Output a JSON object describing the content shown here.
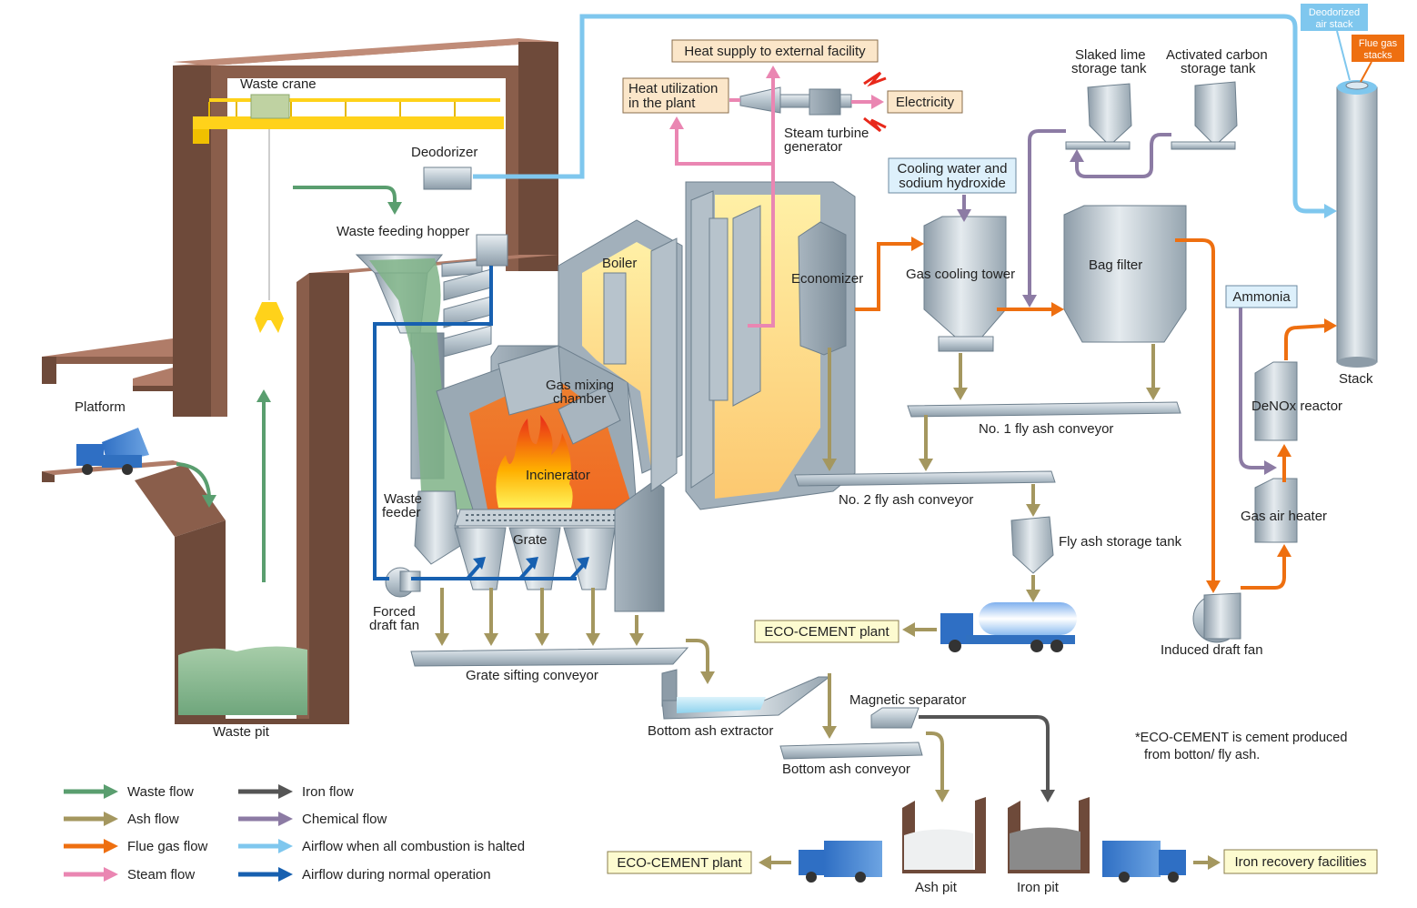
{
  "colors": {
    "waste_flow": "#5a9e6f",
    "ash_flow": "#a4975f",
    "flue_gas_flow": "#ee6f10",
    "steam_flow": "#ea86b2",
    "iron_flow": "#555555",
    "chemical_flow": "#8c7ba4",
    "air_halted": "#7fc7ee",
    "air_normal": "#1760b0",
    "building": "#6e4a3a",
    "building_top": "#b07c68",
    "crane": "#ffd21a",
    "fire": "#ee7a2a",
    "label_box_tan": "#fbe6c9",
    "label_box_yellow": "#fdfbd0",
    "label_box_blue": "#ddf0fb"
  },
  "labels": {
    "waste_crane": "Waste crane",
    "deodorizer": "Deodorizer",
    "waste_feeding_hopper": "Waste feeding hopper",
    "platform": "Platform",
    "waste_pit": "Waste pit",
    "boiler": "Boiler",
    "gas_mixing_chamber_1": "Gas mixing",
    "gas_mixing_chamber_2": "chamber",
    "incinerator": "Incinerator",
    "waste_feeder_1": "Waste",
    "waste_feeder_2": "feeder",
    "grate": "Grate",
    "forced_draft_fan_1": "Forced",
    "forced_draft_fan_2": "draft fan",
    "grate_sifting_conveyor": "Grate sifting conveyor",
    "bottom_ash_extractor": "Bottom ash extractor",
    "magnetic_separator": "Magnetic separator",
    "bottom_ash_conveyor": "Bottom ash conveyor",
    "ash_pit": "Ash pit",
    "iron_pit": "Iron pit",
    "steam_turbine_1": "Steam turbine",
    "steam_turbine_2": "generator",
    "economizer": "Economizer",
    "gas_cooling_tower": "Gas cooling tower",
    "bag_filter": "Bag filter",
    "slaked_lime_1": "Slaked lime",
    "slaked_lime_2": "storage tank",
    "activated_carbon_1": "Activated carbon",
    "activated_carbon_2": "storage tank",
    "fly_ash_conveyor_1": "No. 1 fly ash conveyor",
    "fly_ash_conveyor_2": "No. 2 fly ash conveyor",
    "fly_ash_storage_tank": "Fly ash storage tank",
    "induced_draft_fan": "Induced draft fan",
    "gas_air_heater": "Gas air heater",
    "denox_reactor": "DeNOx reactor",
    "stack": "Stack"
  },
  "boxes": {
    "heat_supply": "Heat supply to external facility",
    "heat_utilization_1": "Heat utilization",
    "heat_utilization_2": "in the plant",
    "electricity": "Electricity",
    "cooling_water_1": "Cooling water and",
    "cooling_water_2": "sodium hydroxide",
    "ammonia": "Ammonia",
    "eco_cement_1": "ECO-CEMENT plant",
    "eco_cement_2": "ECO-CEMENT plant",
    "iron_recovery": "Iron recovery facilities",
    "deodorized_stack_1": "Deodorized",
    "deodorized_stack_2": "air stack",
    "flue_gas_stacks_1": "Flue gas",
    "flue_gas_stacks_2": "stacks"
  },
  "note": {
    "line1": "*ECO-CEMENT is cement produced",
    "line2": "from botton/ fly ash."
  },
  "legend": [
    {
      "label": "Waste flow",
      "color": "#5a9e6f"
    },
    {
      "label": "Ash flow",
      "color": "#a4975f"
    },
    {
      "label": "Flue gas flow",
      "color": "#ee6f10"
    },
    {
      "label": "Steam flow",
      "color": "#ea86b2"
    },
    {
      "label": "Iron flow",
      "color": "#555555"
    },
    {
      "label": "Chemical flow",
      "color": "#8c7ba4"
    },
    {
      "label": "Airflow when all combustion is halted",
      "color": "#7fc7ee"
    },
    {
      "label": "Airflow during normal operation",
      "color": "#1760b0"
    }
  ]
}
